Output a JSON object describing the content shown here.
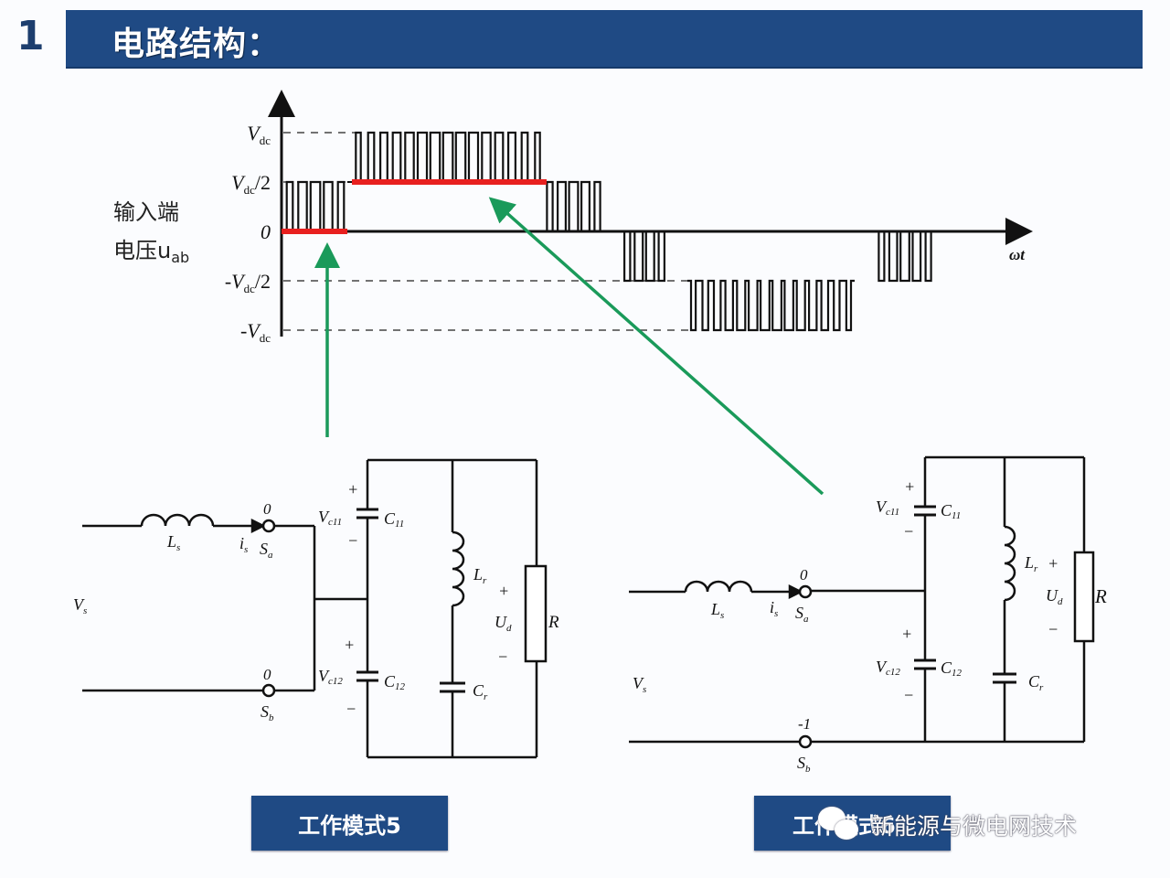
{
  "header": {
    "section_number": "1",
    "title": "电路结构："
  },
  "waveform": {
    "y_label_line1": "输入端",
    "y_label_line2": "电压u",
    "y_label_sub": "ab",
    "x_axis_label": "ωt",
    "levels": [
      {
        "name": "Vdc",
        "text": "V",
        "sub": "dc",
        "prefix": "",
        "suffix": "",
        "value": 1
      },
      {
        "name": "Vdc/2",
        "text": "V",
        "sub": "dc",
        "prefix": "",
        "suffix": "/2",
        "value": 0.5
      },
      {
        "name": "zero",
        "text": "0",
        "sub": "",
        "prefix": "",
        "suffix": "",
        "value": 0
      },
      {
        "name": "-Vdc/2",
        "text": "V",
        "sub": "dc",
        "prefix": "-",
        "suffix": "/2",
        "value": -0.5
      },
      {
        "name": "-Vdc",
        "text": "V",
        "sub": "dc",
        "prefix": "-",
        "suffix": "",
        "value": -1
      }
    ],
    "highlights": [
      {
        "name": "mode5-interval",
        "level": 0,
        "color": "#e8201f"
      },
      {
        "name": "mode6-interval",
        "level": 0.5,
        "color": "#e8201f"
      }
    ],
    "arrow_color": "#1a9a5a"
  },
  "circuit_left": {
    "source": "V",
    "source_sub": "s",
    "inductor": "L",
    "inductor_sub": "s",
    "current": "i",
    "current_sub": "s",
    "switch_a": "S",
    "switch_a_sub": "a",
    "switch_a_state": "0",
    "switch_b": "S",
    "switch_b_sub": "b",
    "switch_b_state": "0",
    "c11": "C",
    "c11_sub": "11",
    "vc11": "V",
    "vc11_sub": "c11",
    "c12": "C",
    "c12_sub": "12",
    "vc12": "V",
    "vc12_sub": "c12",
    "lr": "L",
    "lr_sub": "r",
    "cr": "C",
    "cr_sub": "r",
    "ud": "U",
    "ud_sub": "d",
    "r": "R",
    "plus": "+",
    "minus": "−"
  },
  "circuit_right": {
    "source": "V",
    "source_sub": "s",
    "inductor": "L",
    "inductor_sub": "s",
    "current": "i",
    "current_sub": "s",
    "switch_a": "S",
    "switch_a_sub": "a",
    "switch_a_state": "0",
    "switch_b": "S",
    "switch_b_sub": "b",
    "switch_b_state": "-1",
    "c11": "C",
    "c11_sub": "11",
    "vc11": "V",
    "vc11_sub": "c11",
    "c12": "C",
    "c12_sub": "12",
    "vc12": "V",
    "vc12_sub": "c12",
    "lr": "L",
    "lr_sub": "r",
    "cr": "C",
    "cr_sub": "r",
    "ud": "U",
    "ud_sub": "d",
    "r": "R",
    "plus": "+",
    "minus": "−"
  },
  "buttons": {
    "mode5": "工作模式5",
    "mode6": "工作模式6"
  },
  "watermark": {
    "text": "新能源与微电网技术"
  }
}
